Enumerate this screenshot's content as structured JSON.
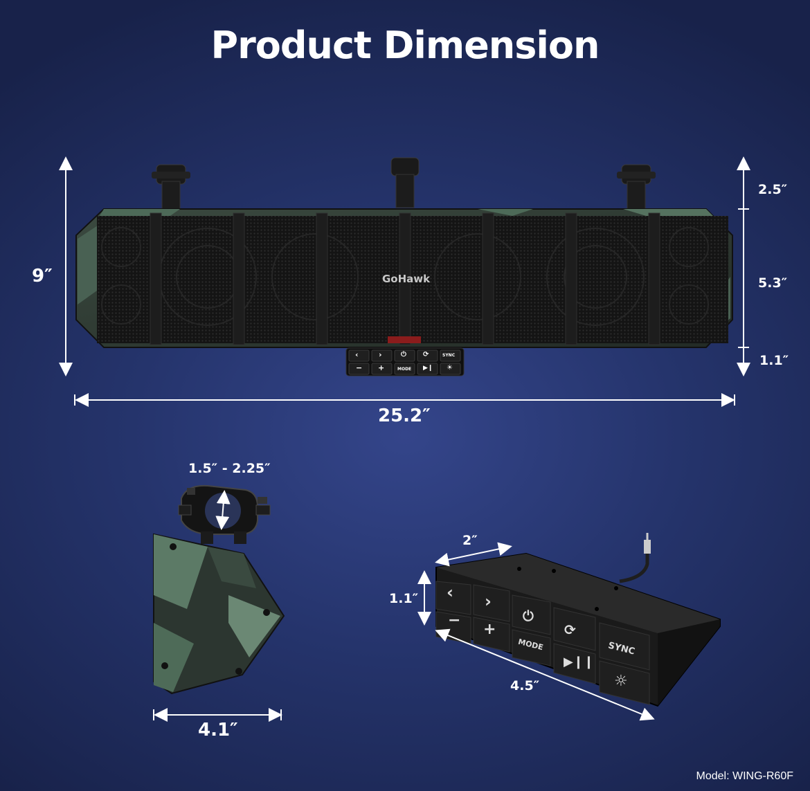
{
  "title": "Product Dimension",
  "brand": "GoHawk",
  "model": "Model: WING-R60F",
  "dimensions": {
    "total_height": "9″",
    "mount_height": "2.5″",
    "speaker_height": "5.3″",
    "remote_height": "1.1″",
    "width": "25.2″",
    "clamp_range": "1.5″ - 2.25″",
    "bracket_width": "4.1″",
    "remote_depth": "2″",
    "remote_thickness": "1.1″",
    "remote_length": "4.5″"
  },
  "remote_buttons": [
    "MODE",
    "SYNC"
  ],
  "icons": [
    "prev-icon",
    "next-icon",
    "power-icon",
    "loop-icon",
    "minus-icon",
    "plus-icon",
    "play-pause-icon",
    "brightness-icon"
  ]
}
